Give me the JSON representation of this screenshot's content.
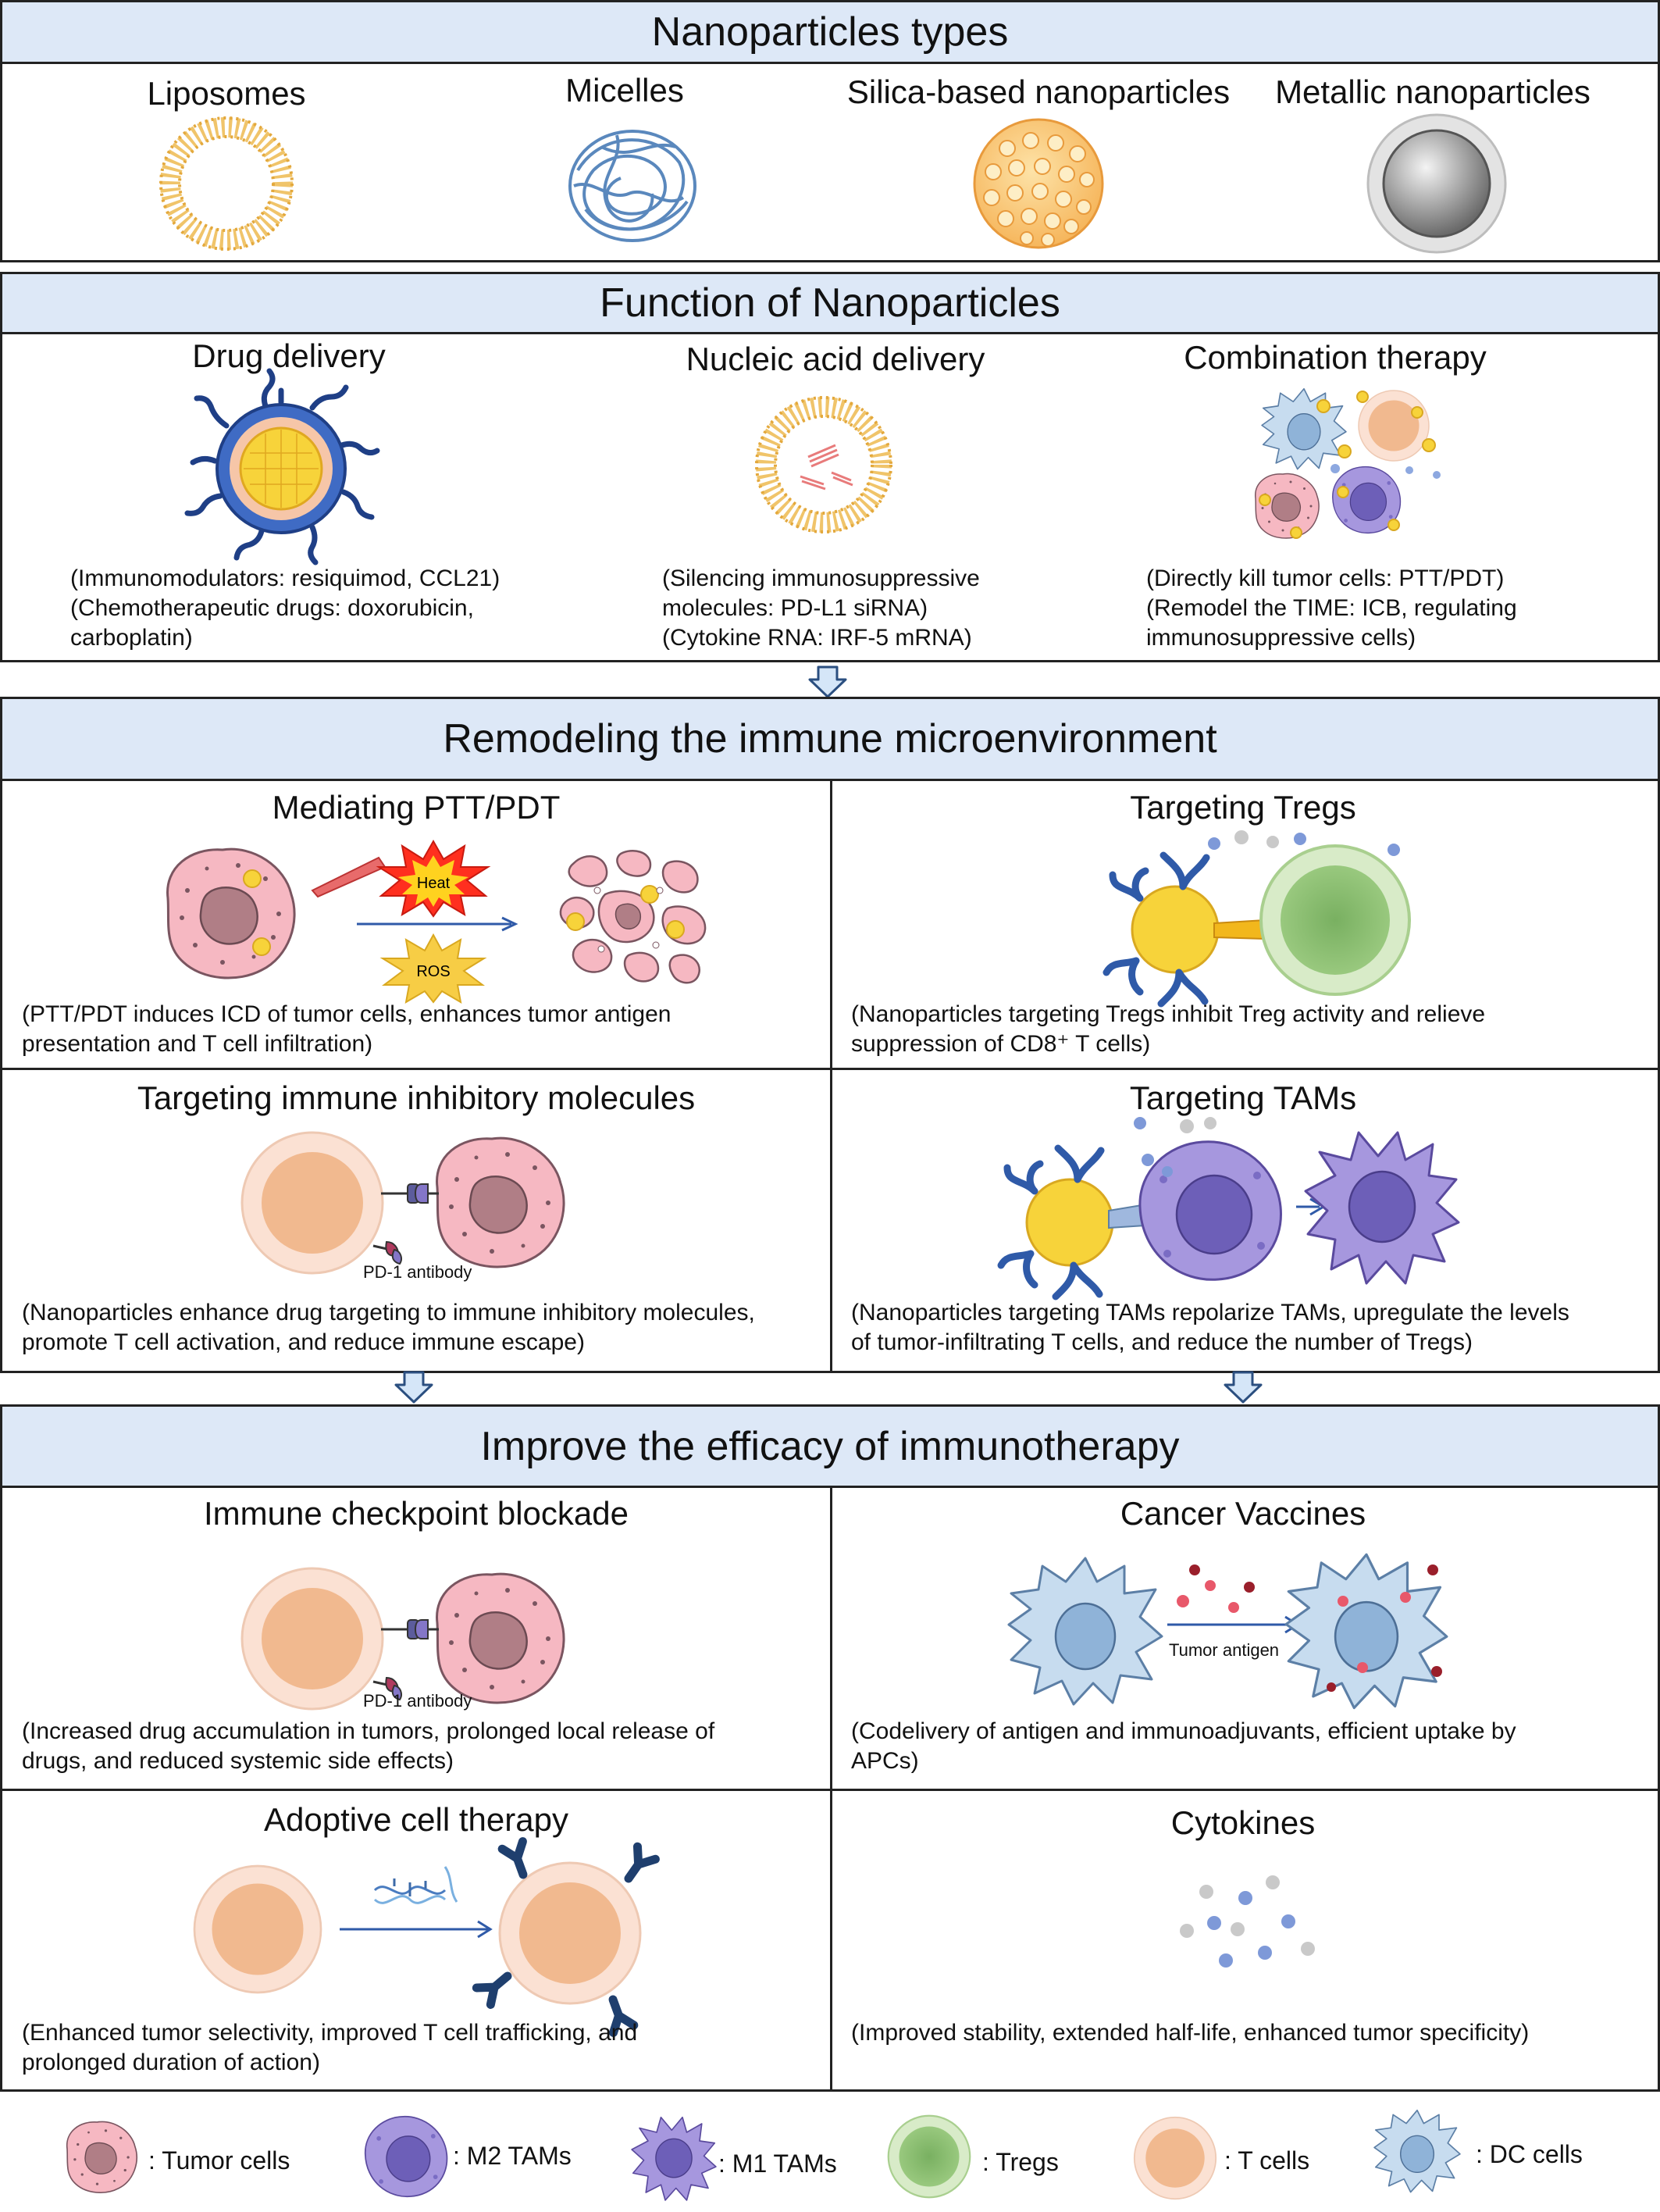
{
  "sections": {
    "types": {
      "title": "Nanoparticles types",
      "items": [
        "Liposomes",
        "Micelles",
        "Silica-based nanoparticles",
        "Metallic nanoparticles"
      ]
    },
    "functions": {
      "title": "Function of Nanoparticles",
      "items": [
        {
          "title": "Drug delivery",
          "lines": [
            "(Immunomodulators: resiquimod, CCL21)",
            "(Chemotherapeutic drugs: doxorubicin,",
            "carboplatin)"
          ]
        },
        {
          "title": "Nucleic acid delivery",
          "lines": [
            "(Silencing immunosuppressive",
            "molecules: PD-L1 siRNA)",
            "(Cytokine RNA: IRF-5 mRNA)"
          ]
        },
        {
          "title": "Combination therapy",
          "lines": [
            "(Directly kill tumor cells: PTT/PDT)",
            "(Remodel the TIME: ICB, regulating",
            "immunosuppressive cells)"
          ]
        }
      ]
    },
    "remodel": {
      "title": "Remodeling the immune microenvironment",
      "cells": [
        {
          "title": "Mediating PTT/PDT",
          "lines": [
            "(PTT/PDT induces ICD of tumor cells, enhances tumor antigen",
            "presentation and T cell infiltration)"
          ],
          "heat": "Heat",
          "ros": "ROS"
        },
        {
          "title": "Targeting Tregs",
          "lines": [
            "(Nanoparticles targeting Tregs inhibit Treg activity and relieve",
            "suppression of CD8⁺ T cells)"
          ]
        },
        {
          "title": "Targeting immune inhibitory molecules",
          "lines": [
            "(Nanoparticles enhance drug targeting to immune inhibitory molecules,",
            "promote T cell activation, and reduce immune escape)"
          ],
          "antibody": "PD-1 antibody"
        },
        {
          "title": "Targeting TAMs",
          "lines": [
            "(Nanoparticles targeting TAMs repolarize TAMs, upregulate the levels",
            "of tumor-infiltrating T cells, and reduce the number of Tregs)"
          ]
        }
      ]
    },
    "efficacy": {
      "title": "Improve the efficacy of immunotherapy",
      "cells": [
        {
          "title": "Immune checkpoint blockade",
          "lines": [
            "(Increased drug accumulation in tumors, prolonged local release of",
            "drugs, and reduced systemic side effects)"
          ],
          "antibody": "PD-1 antibody"
        },
        {
          "title": "Cancer Vaccines",
          "lines": [
            "(Codelivery of antigen and immunoadjuvants, efficient uptake by",
            "APCs)"
          ],
          "antigen": "Tumor antigen"
        },
        {
          "title": "Adoptive cell therapy",
          "lines": [
            "(Enhanced tumor selectivity, improved T cell trafficking, and",
            "prolonged duration of action)"
          ]
        },
        {
          "title": "Cytokines",
          "lines": [
            "(Improved stability, extended half-life, enhanced tumor specificity)"
          ]
        }
      ]
    }
  },
  "legend": [
    ": Tumor cells",
    ": M2 TAMs",
    ": M1 TAMs",
    ": Tregs",
    ": T cells",
    ": DC cells"
  ],
  "colors": {
    "header_bg": "#dde8f7",
    "tumor": "#f4b3bd",
    "tumor_nucleus": "#b07e86",
    "m2": "#a99be0",
    "tcell": "#f1c2a2",
    "treg": "#b7d89c",
    "dc": "#c4d9ee",
    "np_yellow": "#f7d33a",
    "antibody_blue": "#2f5aa8",
    "arrow_fill": "#d5e6f8"
  }
}
